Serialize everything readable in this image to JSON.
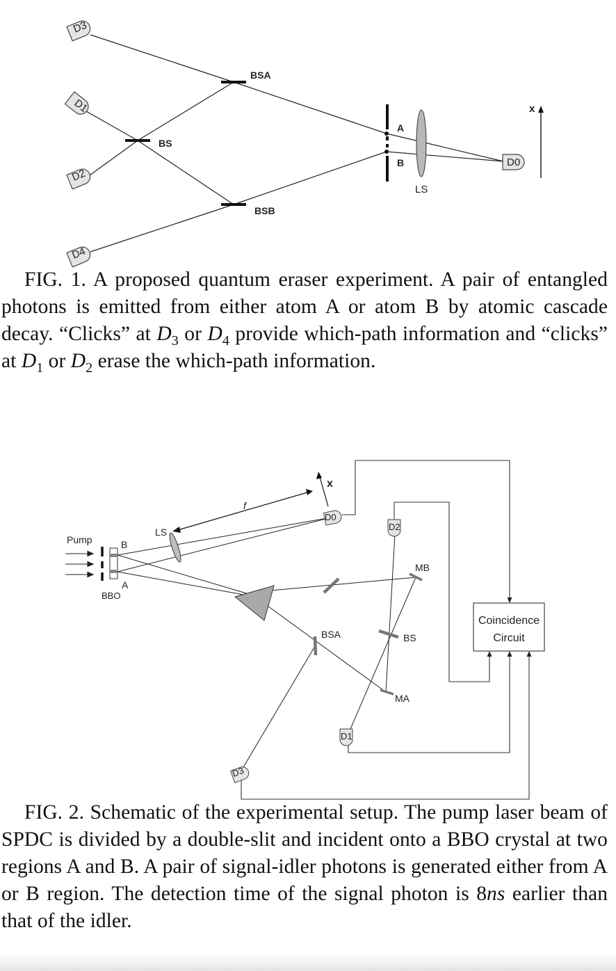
{
  "figure1": {
    "labels": {
      "d3": "D3",
      "d1": "D1",
      "d2": "D2",
      "d4": "D4",
      "d0": "D0",
      "bsa": "BSA",
      "bsb": "BSB",
      "bs": "BS",
      "slit_a": "A",
      "slit_b": "B",
      "lens": "LS",
      "axis_x": "x"
    },
    "caption": {
      "lead": "FIG. 1.  A proposed quantum eraser experiment.  A pair of entangled photons is emitted from either atom A or atom B by atomic cascade decay.  “Clicks” at ",
      "d3_var": "D",
      "d3_sub": "3",
      "or1": " or ",
      "d4_var": "D",
      "d4_sub": "4",
      "mid": " provide which-path information and “clicks” at ",
      "d1_var": "D",
      "d1_sub": "1",
      "or2": " or ",
      "d2_var": "D",
      "d2_sub": "2",
      "tail": " erase the which-path information."
    }
  },
  "figure2": {
    "labels": {
      "pump": "Pump",
      "b": "B",
      "a": "A",
      "bbo": "BBO",
      "ls": "LS",
      "f": "f",
      "x": "x",
      "d0": "D0",
      "d2": "D2",
      "d1": "D1",
      "d3": "D3",
      "mb": "MB",
      "ma": "MA",
      "bsa": "BSA",
      "bs": "BS",
      "coinc_line1": "Coincidence",
      "coinc_line2": "Circuit"
    },
    "caption": {
      "lead": "FIG. 2.  Schematic of the experimental setup.  The pump laser beam of SPDC is divided by a double-slit and incident onto a BBO crystal at two regions A and B. A pair of signal-idler photons is generated either from A or B region. The detection time of the signal photon is 8",
      "ns": "ns",
      "tail": " earlier than that of the idler."
    }
  }
}
